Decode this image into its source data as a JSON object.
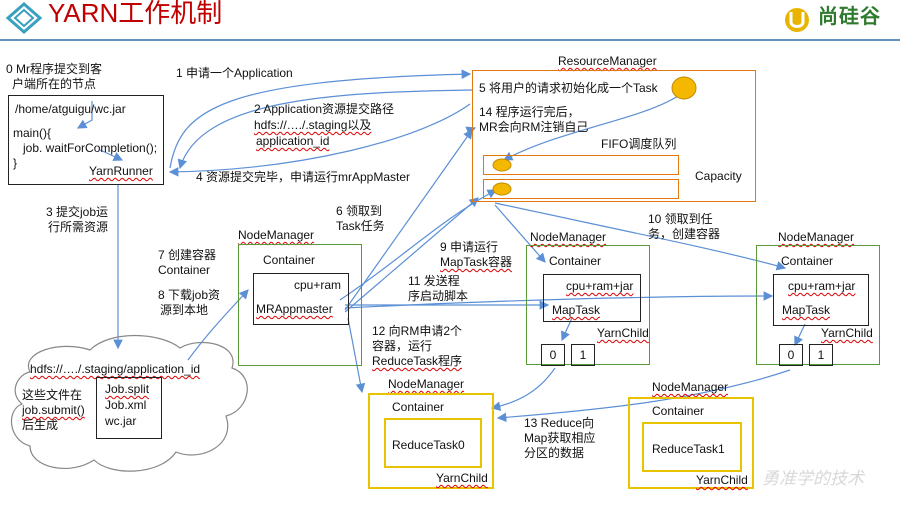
{
  "title": "YARN工作机制",
  "brand": "尚硅谷",
  "watermark": "勇准学的技术",
  "colors": {
    "title": "#c00000",
    "arrow": "#5b8fd6",
    "node": "#5a9a3a",
    "rm": "#e07a10",
    "task": "#e8c400",
    "dot": "#f5b800"
  },
  "client": {
    "caption": [
      "0 Mr程序提交到客",
      "户端所在的节点"
    ],
    "path": "/home/atguigu/wc.jar",
    "main": "main(){",
    "job_call": "job. waitForCompletion();",
    "close": "}",
    "runner": "YarnRunner"
  },
  "rm": {
    "label": "ResourceManager",
    "step5": "5 将用户的请求初始化成一个Task",
    "step14": [
      "14 程序运行完后，",
      "MR会向RM注销自己"
    ],
    "fifo": "FIFO调度队列",
    "capacity": "Capacity"
  },
  "steps": {
    "s1": "1 申请一个Application",
    "s2": [
      "2 Application资源提交路径",
      "hdfs://…./.staging以及",
      "application_id"
    ],
    "s3": [
      "3 提交job运",
      "行所需资源"
    ],
    "s4": "4 资源提交完毕，申请运行mrAppMaster",
    "s6": [
      "6 领取到",
      "Task任务"
    ],
    "s7": [
      "7 创建容器",
      "Container"
    ],
    "s8": [
      "8 下载job资",
      "源到本地"
    ],
    "s9": [
      "9 申请运行",
      "MapTask容器"
    ],
    "s10": [
      "10 领取到任",
      "务，创建容器"
    ],
    "s11": [
      "11 发送程",
      "序启动脚本"
    ],
    "s12": [
      "12 向RM申请2个",
      "容器，运行",
      "ReduceTask程序"
    ],
    "s13": [
      "13 Reduce向",
      "Map获取相应",
      "分区的数据"
    ]
  },
  "hdfs": {
    "path": "hdfs://…./.staging/application_id",
    "note": [
      "这些文件在",
      "job.submit()",
      "后生成"
    ],
    "files": [
      "Job.split",
      "Job.xml",
      "wc.jar"
    ]
  },
  "nodes": {
    "nm_label": "NodeManager",
    "container": "Container",
    "cpu_ram": "cpu+ram",
    "cpu_ram_jar": "cpu+ram+jar",
    "mrappmaster": "MRAppmaster",
    "maptask": "MapTask",
    "yarnchild": "YarnChild",
    "reducetask0": "ReduceTask0",
    "reducetask1": "ReduceTask1",
    "part0": "0",
    "part1": "1"
  }
}
